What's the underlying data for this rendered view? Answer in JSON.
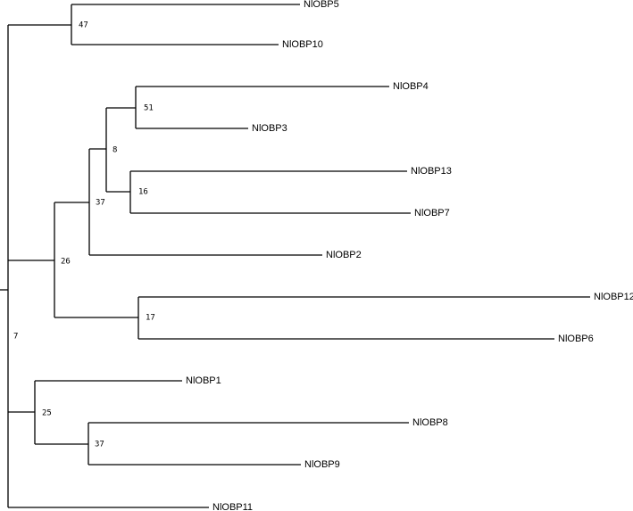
{
  "tree": {
    "leaves": {
      "NlOBP5": "NlOBP5",
      "NlOBP10": "NlOBP10",
      "NlOBP4": "NlOBP4",
      "NlOBP3": "NlOBP3",
      "NlOBP13": "NlOBP13",
      "NlOBP7": "NlOBP7",
      "NlOBP2": "NlOBP2",
      "NlOBP12": "NlOBP12",
      "NlOBP6": "NlOBP6",
      "NlOBP1": "NlOBP1",
      "NlOBP8": "NlOBP8",
      "NlOBP9": "NlOBP9",
      "NlOBP11": "NlOBP11"
    },
    "supports": {
      "clade_5_10": "47",
      "clade_4_3": "51",
      "clade_4_3_13_7": "8",
      "clade_13_7": "16",
      "clade_with_2": "37",
      "clade_main_upper": "26",
      "clade_12_6": "17",
      "root": "7",
      "clade_1_8_9": "25",
      "clade_8_9": "37"
    },
    "line_color": "#000000"
  }
}
